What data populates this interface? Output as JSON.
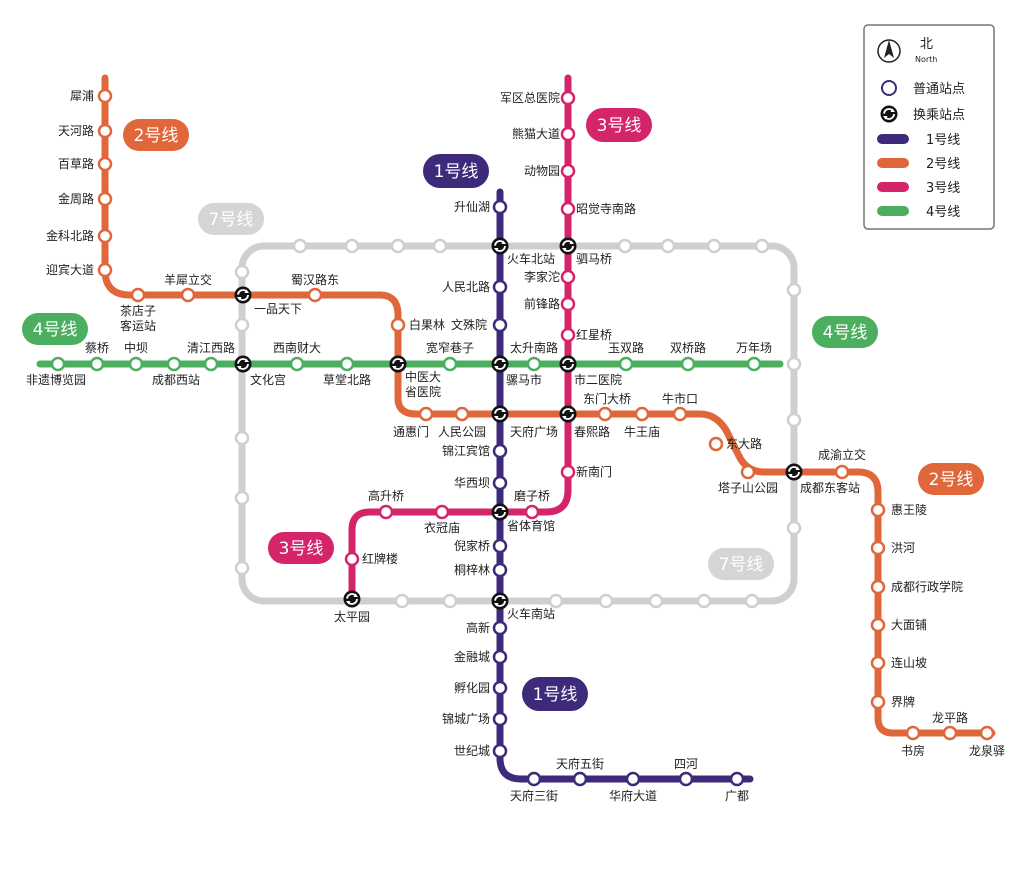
{
  "lines": {
    "l1": {
      "color": "#3d2a7a",
      "name": "1号线"
    },
    "l2": {
      "color": "#e0673a",
      "name": "2号线"
    },
    "l3": {
      "color": "#d4246a",
      "name": "3号线"
    },
    "l4": {
      "color": "#4caf60",
      "name": "4号线"
    },
    "l7": {
      "color": "#cfcfcf",
      "name": "7号线"
    }
  },
  "legend": {
    "north_cn": "北",
    "north_en": "North",
    "normal_station": "普通站点",
    "transfer_station": "换乘站点",
    "line1": "1号线",
    "line2": "2号线",
    "line3": "3号线",
    "line4": "4号线"
  },
  "stations": {
    "xipu": "犀浦",
    "tianhelu": "天河路",
    "baicaolu": "百草路",
    "jinzhoulu": "金周路",
    "jinkebeilu": "金科北路",
    "yingbindadao": "迎宾大道",
    "chadianzi": "茶店子",
    "keyunzhan": "客运站",
    "yangxilijiao": "羊犀立交",
    "yipintianxia": "一品天下",
    "shuhanludong": "蜀汉路东",
    "baiguolin": "白果林",
    "wenshuyuan": "文殊院",
    "zhongyida": "中医大",
    "shengyiyuan": "省医院",
    "tonghuimen": "通惠门",
    "renmingongyuan": "人民公园",
    "tianfuguangchang": "天府广场",
    "chunxilu": "春熙路",
    "dongmendaqiao": "东门大桥",
    "niushikou": "牛市口",
    "niuwangmiao": "牛王庙",
    "dongdalu": "东大路",
    "taziShanGongyuan": "塔子山公园",
    "chengyulijiao": "成渝立交",
    "chengdudongkezhan": "成都东客站",
    "huiwangling": "惠王陵",
    "honghe": "洪河",
    "xingzhengxueyuan": "成都行政学院",
    "damianpu": "大面铺",
    "lianshanpo": "连山坡",
    "jiepai": "界牌",
    "shufang": "书房",
    "longpinglu": "龙平路",
    "longquanyi": "龙泉驿",
    "shengxianhu": "升仙湖",
    "huochebeizhan": "火车北站",
    "renminbeilu": "人民北路",
    "luomashi": "骡马市",
    "jinjiangbinguan": "锦江宾馆",
    "huaxiba": "华西坝",
    "shengtiyuguan": "省体育馆",
    "nijiaqiao": "倪家桥",
    "tongzilin": "桐梓林",
    "huochenanzhan": "火车南站",
    "gaoxin": "高新",
    "jinrongcheng": "金融城",
    "fuhuayuan": "孵化园",
    "jinchengguangchang": "锦城广场",
    "shijicheng": "世纪城",
    "tianfusanjie": "天府三街",
    "tianfuwujie": "天府五街",
    "huafudadao": "华府大道",
    "sihe": "四河",
    "guangdu": "广都",
    "junquzongyiyuan": "军区总医院",
    "xiongmaodadao": "熊猫大道",
    "dongwuyuan": "动物园",
    "zhaojuesinanlu": "昭觉寺南路",
    "simaqiao": "驷马桥",
    "lijiatuo": "李家沱",
    "qianfenglu": "前锋路",
    "hongxingqiao": "红星桥",
    "shiermyiyuan": "市二医院",
    "xinnanmen": "新南门",
    "moziqiao": "磨子桥",
    "yiguanmiao": "衣冠庙",
    "gaoshengqiao": "高升桥",
    "hongpailou": "红牌楼",
    "taipingyuan": "太平园",
    "feiyibolanyuan": "非遗博览园",
    "caiqiao": "蔡桥",
    "zhongba": "中坝",
    "chengduxizhan": "成都西站",
    "qingjiangxilu": "清江西路",
    "wenhuagong": "文化宫",
    "xinancaida": "西南财大",
    "caotangbeilu": "草堂北路",
    "kuanzhaixiangzi": "宽窄巷子",
    "taishengnanlu": "太升南路",
    "yushuanglu": "玉双路",
    "shuangqiaolu": "双桥路",
    "wannianchang": "万年场"
  }
}
